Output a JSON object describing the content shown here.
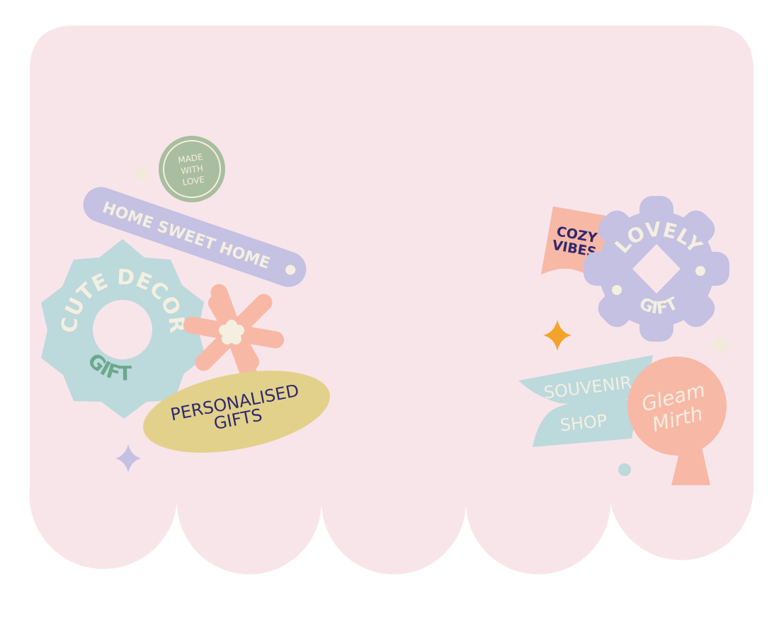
{
  "colors": {
    "page": "#ffffff",
    "panel": "#f8e5ea",
    "lavender": "#c4c1e2",
    "cream": "#f4efe0",
    "sage": "#a9bd9f",
    "mint": "#bcd9dc",
    "peach": "#f8b8a6",
    "mustard": "#e2d18a",
    "navy": "#2f2870",
    "green": "#6aa88c",
    "orange": "#f4a32a"
  },
  "stickers": {
    "made_with_love": [
      "MADE",
      "WITH",
      "LOVE"
    ],
    "home_sweet_home": "HOME SWEET HOME",
    "cute_decor": "CUTE DECOR",
    "gift_left": "GIFT",
    "personalised": [
      "PERSONALISED",
      "GIFTS"
    ],
    "cozy_vibes": [
      "COZY",
      "VIBES"
    ],
    "lovely": "LOVELY",
    "gift_right": "GIFT",
    "souvenir": "SOUVENIR",
    "shop": "SHOP",
    "gleam_mirth": [
      "Gleam",
      "Mirth"
    ]
  }
}
